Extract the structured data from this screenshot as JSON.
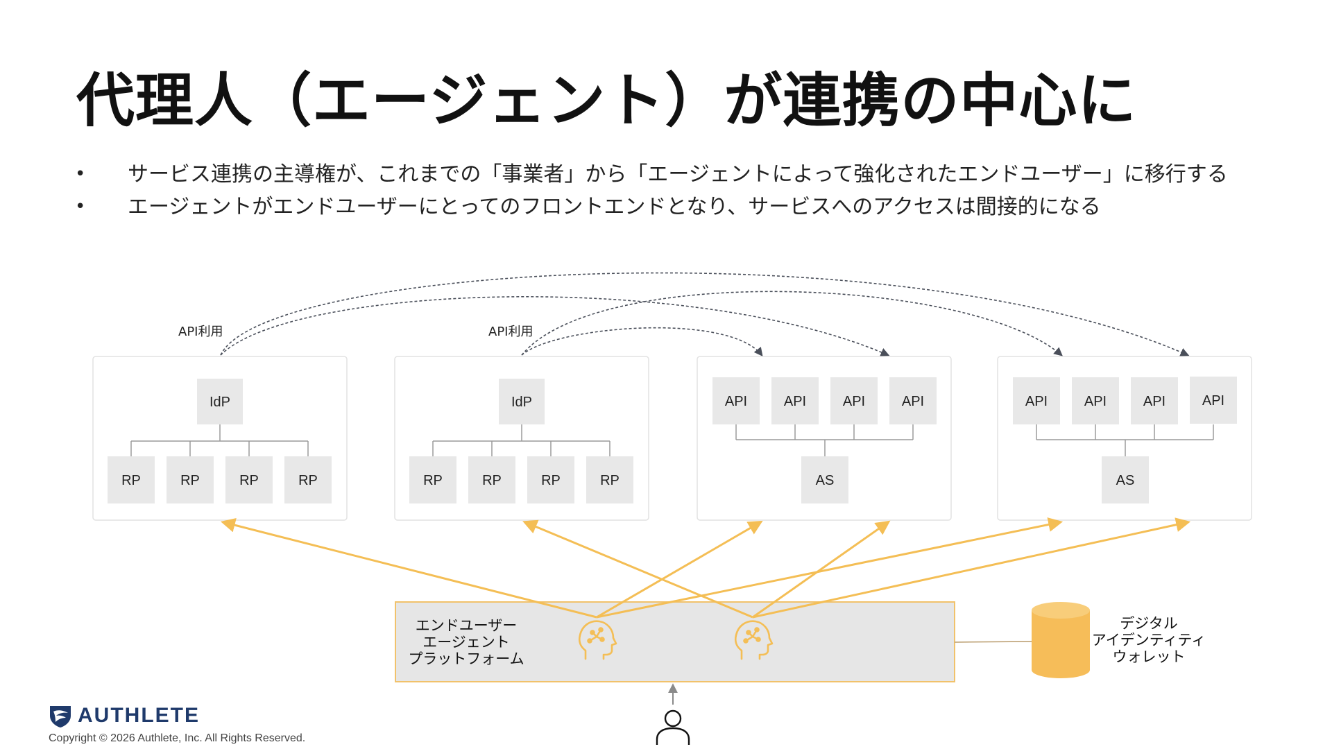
{
  "title": "代理人（エージェント）が連携の中心に",
  "bullets": [
    "サービス連携の主導権が、これまでの「事業者」から「エージェントによって強化されたエンドユーザー」に移行する",
    "エージェントがエンドユーザーにとってのフロントエンドとなり、サービスへのアクセスは間接的になる"
  ],
  "bullet_symbol": "•",
  "diagram": {
    "api_usage_label": "API利用",
    "idp_label": "IdP",
    "rp_label": "RP",
    "api_label": "API",
    "as_label": "AS",
    "platform_lines": [
      "エンドユーザー",
      "エージェント",
      "プラットフォーム"
    ],
    "wallet_lines": [
      "デジタル",
      "アイデンティティ",
      "ウォレット"
    ],
    "icons": [
      "agent-head-icon",
      "database-cylinder-icon",
      "user-icon",
      "arrow-up-icon"
    ]
  },
  "colors": {
    "accent_arrow": "#f4be55",
    "platform_fill": "#e6e6e6",
    "platform_border": "#f1c26b",
    "wallet_fill": "#f6bd59",
    "box_fill": "#e8e8e8",
    "dashed_arrow": "#4a4f5a",
    "brand": "#1f3a6b"
  },
  "footer": {
    "brand": "AUTHLETE",
    "copyright": "Copyright © 2026 Authlete, Inc. All Rights Reserved."
  }
}
